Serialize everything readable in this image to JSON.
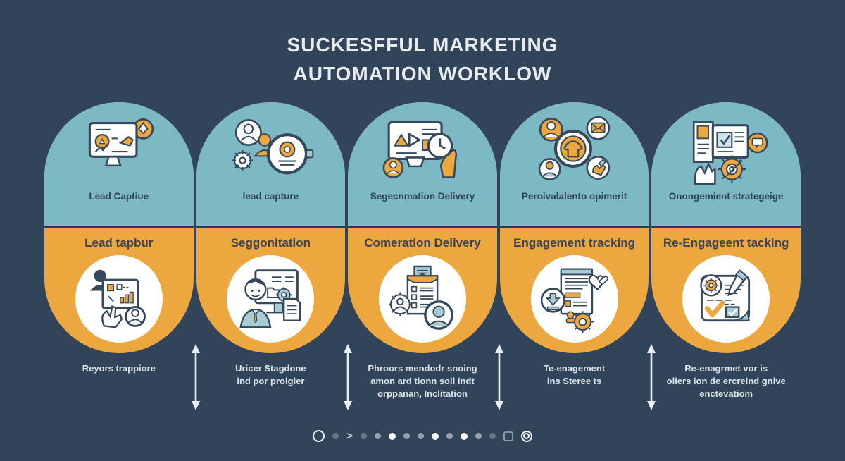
{
  "title": {
    "line1": "SUCKESFFUL MARKETING",
    "line2": "AUTOMATION WORKLOW"
  },
  "colors": {
    "background": "#314459",
    "teal_band": "#7db8c5",
    "orange_band": "#eca73f",
    "divider": "#2c3b4a",
    "header_text": "#3c4351",
    "top_label_text": "#2e4254",
    "caption_text": "#dde4ea",
    "icon_outline": "#35485c"
  },
  "columns": [
    {
      "top_icon": "monitor-lead-magnet-icon",
      "top_label": "Lead Captiue",
      "header": "Lead tapbur",
      "bottom_icon": "tablet-bar-chart-icon",
      "caption": [
        "Reyors trappiore"
      ]
    },
    {
      "top_icon": "user-search-gear-icon",
      "top_label": "lead capture",
      "header": "Seggonitation",
      "bottom_icon": "person-workstation-icon",
      "caption": [
        "Uricer Stagdone",
        "ind por proigier"
      ]
    },
    {
      "top_icon": "screen-schedule-hand-icon",
      "top_label": "Segecnmation Delivery",
      "header": "Comeration Delivery",
      "bottom_icon": "checklist-avatars-icon",
      "caption": [
        "Phroors mendodr snoing",
        "amon ard tionn soll indt",
        "orppanan, Inclitation"
      ]
    },
    {
      "top_icon": "audience-targeting-icon",
      "top_label": "Peroivalalento opimerit",
      "header": "Engagement tracking",
      "bottom_icon": "report-download-gear-icon",
      "caption": [
        "Te-enagement",
        "ins Steree ts"
      ]
    },
    {
      "top_icon": "guide-gear-chat-icon",
      "top_label": "Onongemient strategeige",
      "header": "Re-Engageent tacking",
      "bottom_icon": "checklist-pencil-icon",
      "caption": [
        "Re-enagrmet vor is",
        "oliers ion de ercrelnd gnive",
        "enctevatiom"
      ]
    }
  ],
  "pagination": {
    "items": [
      "ring",
      "dot-dim",
      "chevron",
      "dot-dim",
      "dot-mid",
      "dot-bright",
      "dot-mid",
      "dot-mid",
      "dot-bright",
      "dot-mid",
      "dot-bright",
      "dot-mid",
      "dot-dim",
      "square",
      "target"
    ]
  }
}
